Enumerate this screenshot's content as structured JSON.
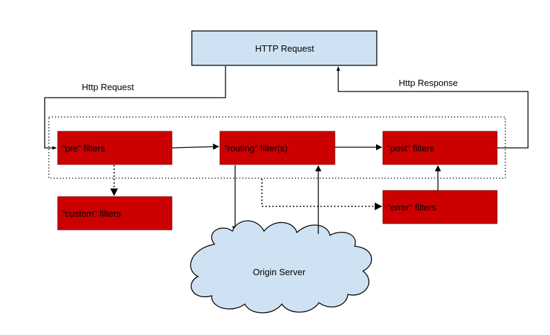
{
  "nodes": {
    "http_request": "HTTP Request",
    "pre": "\"pre\" filters",
    "routing": "\"routing\" filter(s)",
    "post": "\"post\" filters",
    "custom": "\"custom\" filters",
    "error": "\"error\" filters",
    "origin": "Origin Server"
  },
  "edges": {
    "http_request": "Http Request",
    "http_response": "Http Response"
  },
  "colors": {
    "filter_fill": "#cc0000",
    "filter_stroke": "#8b0000",
    "request_fill": "#cfe2f3",
    "cloud_fill": "#cfe2f3",
    "line": "#000000"
  }
}
